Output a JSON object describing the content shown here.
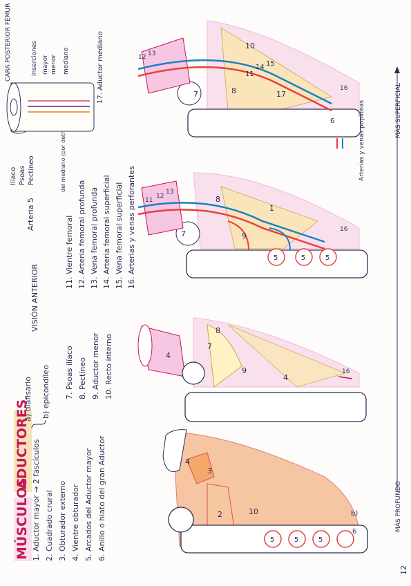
{
  "title": {
    "word1": "MÚSCULOS",
    "word2": "ADUCTORES"
  },
  "muscle_list": [
    "1. Aductor mayor → 2 fascículos",
    "2. Cuadrado crural",
    "3. Obturador externo",
    "4. Vientre obturador",
    "5. Arcados del Aductor mayor",
    "6. Anillo o hiato del gran Aductor"
  ],
  "fasciculos": [
    "a) diafisario",
    "b) epicondíleo"
  ],
  "muscle_list_2": [
    "7. Psoas ilíaco",
    "8. Pectíneo",
    "9. Aductor menor",
    "10. Recto interno"
  ],
  "vision_anterior": "VISIÓN ANTERIOR",
  "vessel_list": [
    "11. Vientre femoral",
    "12. Arteria femoral profunda",
    "13. Vena femoral profunda",
    "14. Arteria femoral superficial",
    "15. Vena femoral superficial",
    "16. Arterias y venas perforantes"
  ],
  "mediano_note": "del mediano (por detrás)",
  "iliaco_legend": {
    "a": "Ilíaco",
    "b": "Psoas",
    "c": "Pectíneo"
  },
  "arteria_legend": "Arteria 5",
  "cara_posterior": {
    "title": "CARA POSTERIOR FÉMUR",
    "inserciones": "Inserciones",
    "mayor": "mayor",
    "menor": "menor",
    "mediano": "mediano"
  },
  "item17": "17. Aductor mediano",
  "popliteas": "Arterias y venas poplíteas",
  "axis": {
    "left": "MÁS PROFUNDO",
    "right": "MÁS SUPERFICIAL"
  },
  "page_number": "12",
  "colors": {
    "ink": "#2d2d55",
    "artery": "#e8403a",
    "vein": "#1d7fc2",
    "muscle": "#f2b48a",
    "pink": "#e78fbf",
    "yellow": "#f4e39a"
  },
  "figures": [
    {
      "labels": [
        "4",
        "3",
        "2",
        "10",
        "5",
        "5",
        "5",
        "6",
        "b)"
      ]
    },
    {
      "labels": [
        "4",
        "7",
        "8",
        "9",
        "4",
        "16"
      ]
    },
    {
      "labels": [
        "7",
        "8",
        "1",
        "9",
        "5",
        "5",
        "5",
        "16",
        "11",
        "12",
        "13"
      ]
    },
    {
      "labels": [
        "7",
        "8",
        "10",
        "11",
        "14",
        "15",
        "17",
        "6",
        "16",
        "12",
        "13"
      ]
    }
  ]
}
